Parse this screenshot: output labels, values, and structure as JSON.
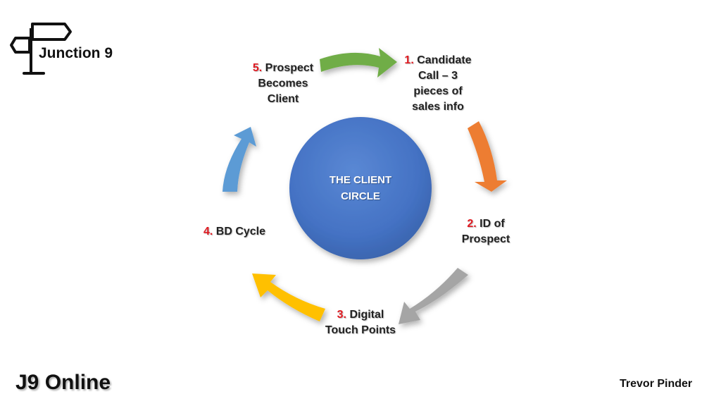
{
  "logo": {
    "text": "Junction 9",
    "icon": "signpost-icon"
  },
  "center": {
    "line1": "THE CLIENT",
    "line2": "CIRCLE",
    "color": "#4472c4"
  },
  "steps": [
    {
      "number": "1.",
      "lines": [
        "Candidate",
        "Call – 3",
        "pieces of",
        "sales info"
      ]
    },
    {
      "number": "2.",
      "lines": [
        "ID of",
        "Prospect"
      ]
    },
    {
      "number": "3.",
      "lines": [
        "Digital",
        "Touch Points"
      ]
    },
    {
      "number": "4.",
      "lines": [
        "BD Cycle"
      ]
    },
    {
      "number": "5.",
      "lines": [
        "Prospect",
        "Becomes",
        "Client"
      ]
    }
  ],
  "arrows": [
    {
      "name": "green-arrow",
      "color": "#70ad47"
    },
    {
      "name": "orange-arrow",
      "color": "#ed7d31"
    },
    {
      "name": "gray-arrow",
      "color": "#a5a5a5"
    },
    {
      "name": "yellow-arrow",
      "color": "#ffc000"
    },
    {
      "name": "blue-arrow",
      "color": "#5b9bd5"
    }
  ],
  "footer": {
    "brand": "J9 Online",
    "author": "Trevor Pinder"
  },
  "colors": {
    "number_accent": "#e01b22"
  }
}
